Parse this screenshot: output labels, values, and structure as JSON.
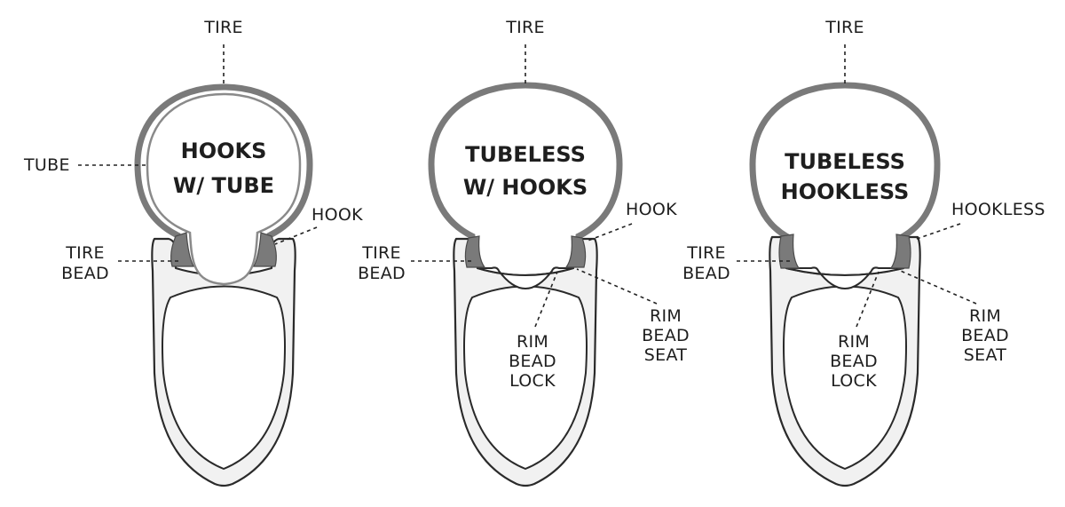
{
  "panels": [
    {
      "id": "hooks-tube",
      "title_lines": [
        "HOOKS",
        "W/ TUBE"
      ],
      "labels": {
        "tire": "TIRE",
        "tube": "TUBE",
        "hook": "HOOK",
        "tire_bead": [
          "TIRE",
          "BEAD"
        ]
      }
    },
    {
      "id": "tubeless-hooks",
      "title_lines": [
        "TUBELESS",
        "W/ HOOKS"
      ],
      "labels": {
        "tire": "TIRE",
        "hook": "HOOK",
        "tire_bead": [
          "TIRE",
          "BEAD"
        ],
        "rim_bead_lock": [
          "RIM",
          "BEAD",
          "LOCK"
        ],
        "rim_bead_seat": [
          "RIM",
          "BEAD",
          "SEAT"
        ]
      }
    },
    {
      "id": "tubeless-hookless",
      "title_lines": [
        "TUBELESS",
        "HOOKLESS"
      ],
      "labels": {
        "tire": "TIRE",
        "hookless": "HOOKLESS",
        "tire_bead": [
          "TIRE",
          "BEAD"
        ],
        "rim_bead_lock": [
          "RIM",
          "BEAD",
          "LOCK"
        ],
        "rim_bead_seat": [
          "RIM",
          "BEAD",
          "SEAT"
        ]
      }
    }
  ],
  "colors": {
    "casing": "#7a7a7a",
    "bead": "#7a7a7a",
    "rim_fill": "#f1f1f1",
    "outline": "#2a2a2a",
    "text": "#1e1e1e"
  }
}
